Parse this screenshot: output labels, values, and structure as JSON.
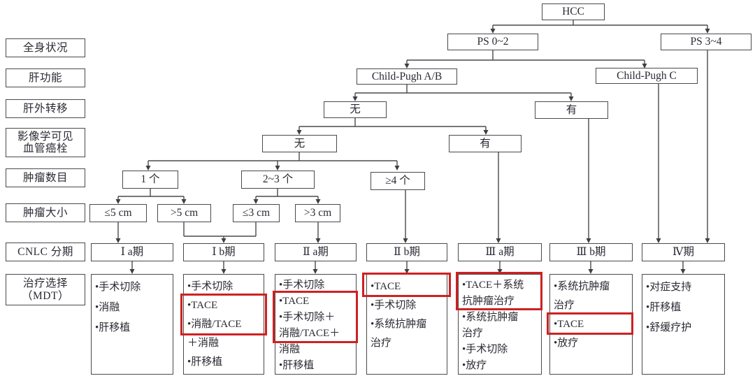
{
  "row_labels": [
    {
      "id": "general-condition",
      "text": "全身状况"
    },
    {
      "id": "liver-function",
      "text": "肝功能"
    },
    {
      "id": "extrahepatic-metastasis",
      "text": "肝外转移"
    },
    {
      "id": "vascular-invasion",
      "text": "影像学可见\n血管癌栓"
    },
    {
      "id": "tumor-number",
      "text": "肿瘤数目"
    },
    {
      "id": "tumor-size",
      "text": "肿瘤大小"
    },
    {
      "id": "cnlc-stage",
      "text": "CNLC 分期"
    },
    {
      "id": "treatment-choice",
      "text": "治疗选择\n（MDT）"
    }
  ],
  "nodes": {
    "hcc": "HCC",
    "ps02": "PS 0~2",
    "ps34": "PS 3~4",
    "child_pugh_ab": "Child-Pugh A/B",
    "child_pugh_c": "Child-Pugh C",
    "metastasis_no": "无",
    "metastasis_yes": "有",
    "vascular_no": "无",
    "vascular_yes": "有",
    "number_1": "1 个",
    "number_2_3": "2~3 个",
    "number_ge4": "≥4 个",
    "size_le5": "≤5 cm",
    "size_gt5": ">5 cm",
    "size_le3": "≤3 cm",
    "size_gt3": ">3 cm"
  },
  "stages": [
    "Ⅰ a期",
    "Ⅰ b期",
    "Ⅱ a期",
    "Ⅱ b期",
    "Ⅲ a期",
    "Ⅲ b期",
    "Ⅳ期"
  ],
  "treatments": [
    {
      "stage": "Ⅰ a期",
      "lines": [
        "•手术切除",
        "•消融",
        "•肝移植"
      ]
    },
    {
      "stage": "Ⅰ b期",
      "lines": [
        "•手术切除",
        "•TACE",
        "•消融/TACE",
        "＋消融",
        "•肝移植"
      ]
    },
    {
      "stage": "Ⅱ a期",
      "lines": [
        "•手术切除",
        "•TACE",
        "•手术切除＋",
        "消融/TACE＋",
        "消融",
        "•肝移植"
      ]
    },
    {
      "stage": "Ⅱ b期",
      "lines": [
        "•TACE",
        "•手术切除",
        "•系统抗肿瘤",
        "治疗"
      ]
    },
    {
      "stage": "Ⅲ a期",
      "lines": [
        "•TACE＋系统",
        "抗肿瘤治疗",
        "•系统抗肿瘤",
        "治疗",
        "•手术切除",
        "•放疗"
      ]
    },
    {
      "stage": "Ⅲ b期",
      "lines": [
        "•系统抗肿瘤",
        "治疗",
        "•TACE",
        "•放疗"
      ]
    },
    {
      "stage": "Ⅳ期",
      "lines": [
        "•对症支持",
        "•肝移植",
        "•舒缓疗护"
      ]
    }
  ],
  "colors": {
    "line": "#4a4a4a",
    "text": "#2a2a33",
    "highlight": "#cc2222",
    "background": "#ffffff"
  }
}
